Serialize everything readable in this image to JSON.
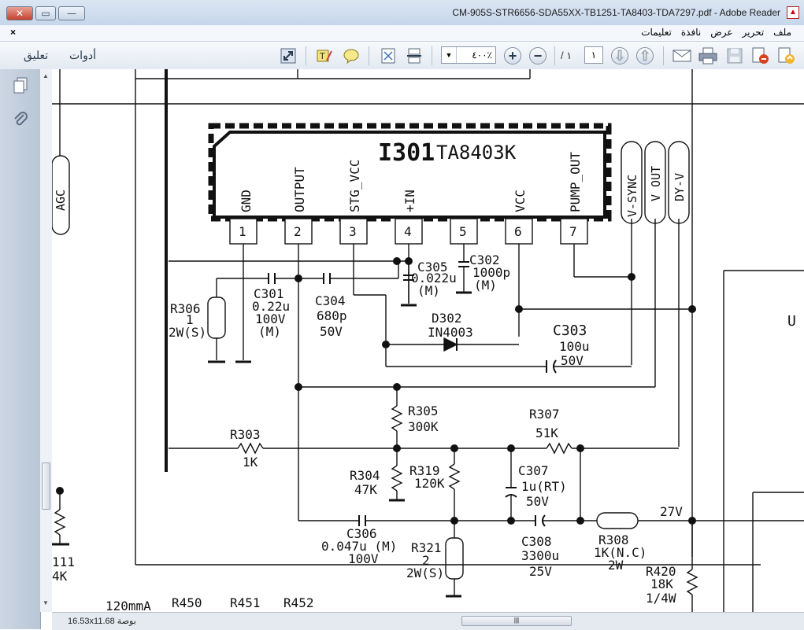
{
  "window": {
    "title": "CM-905S-STR6656-SDA55XX-TB1251-TA8403-TDA7297.pdf - Adobe Reader",
    "close_glyph": "✕",
    "maximize_glyph": "▭",
    "minimize_glyph": "—",
    "pdf_icon": "pdf-file-icon"
  },
  "menu": {
    "doc_close": "×",
    "items": [
      "ملف",
      "تحرير",
      "عرض",
      "نافذة",
      "تعليمات"
    ]
  },
  "toolbar": {
    "tools_label": "أدوات",
    "comment_label": "تعليق",
    "zoom_value": "٤٠٠٪",
    "page_current": "١",
    "page_total": "/ ١",
    "zoom_in": "+",
    "zoom_out": "−"
  },
  "status": {
    "page_size": "16.53x11.68 بوصة",
    "grip": "|||"
  },
  "schematic": {
    "ic_ref": "I301",
    "ic_part": "TA8403K",
    "pins": [
      {
        "num": "1",
        "name": "GND"
      },
      {
        "num": "2",
        "name": "OUTPUT"
      },
      {
        "num": "3",
        "name": "STG_VCC"
      },
      {
        "num": "4",
        "name": "+IN"
      },
      {
        "num": "5",
        "name": ""
      },
      {
        "num": "6",
        "name": "VCC"
      },
      {
        "num": "7",
        "name": "PUMP_OUT"
      }
    ],
    "connectors": [
      "V-SYNC",
      "V OUT",
      "DY-V",
      "AGC"
    ],
    "components": {
      "C301": [
        "C301",
        "0.22u",
        "100V",
        "(M)"
      ],
      "C302": [
        "C302",
        "1000p",
        "(M)"
      ],
      "C303": [
        "C303",
        "100u",
        "50V"
      ],
      "C304": [
        "C304",
        "680p",
        "50V"
      ],
      "C305": [
        "C305",
        "0.022u",
        "(M)"
      ],
      "C306": [
        "C306",
        "0.047u (M)",
        "100V"
      ],
      "C307": [
        "C307",
        "1u(RT)",
        "50V"
      ],
      "C308": [
        "C308",
        "3300u",
        "25V"
      ],
      "D302": [
        "D302",
        "IN4003"
      ],
      "R303": [
        "R303",
        "1K"
      ],
      "R304": [
        "R304",
        "47K"
      ],
      "R305": [
        "R305",
        "300K"
      ],
      "R306": [
        "R306",
        "1",
        "2W(S)"
      ],
      "R307": [
        "R307",
        "51K"
      ],
      "R308": [
        "R308",
        "1K(N.C)",
        "2W"
      ],
      "R319": [
        "R319",
        "120K"
      ],
      "R321": [
        "R321",
        "2",
        "2W(S)"
      ],
      "R420": [
        "R420",
        "18K",
        "1/4W"
      ],
      "bottom": [
        "120mmA",
        "R450",
        "R451",
        "R452"
      ],
      "left_edge": [
        "111",
        "4K"
      ],
      "voltage": "27V",
      "right_edge": "U"
    }
  }
}
